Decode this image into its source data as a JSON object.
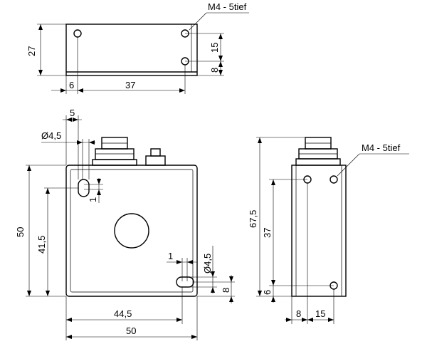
{
  "top_view": {
    "thread_callout": "M4 - 5tief",
    "dim_height": "27",
    "dim_hole_spacing": "15",
    "dim_hole_from_bottom": "8",
    "dim_left_offset": "6",
    "dim_hole_distance": "37"
  },
  "front_view": {
    "dim_slot_offset": "5",
    "dim_slot_diameter_top": "Ø4,5",
    "dim_slot_width_top": "1",
    "dim_height_total": "50",
    "dim_slot_height": "41,5",
    "dim_slot_width_bottom": "1",
    "dim_slot_diameter_bottom": "Ø4,5",
    "dim_slot_bottom": "8",
    "dim_slot_span": "44,5",
    "dim_width_total": "50"
  },
  "side_view": {
    "thread_callout": "M4 - 5tief",
    "dim_total_height": "67,5",
    "dim_hole_distance": "37",
    "dim_hole_from_bottom": "6",
    "dim_hole_offset": "8",
    "dim_hole_spacing": "15"
  }
}
